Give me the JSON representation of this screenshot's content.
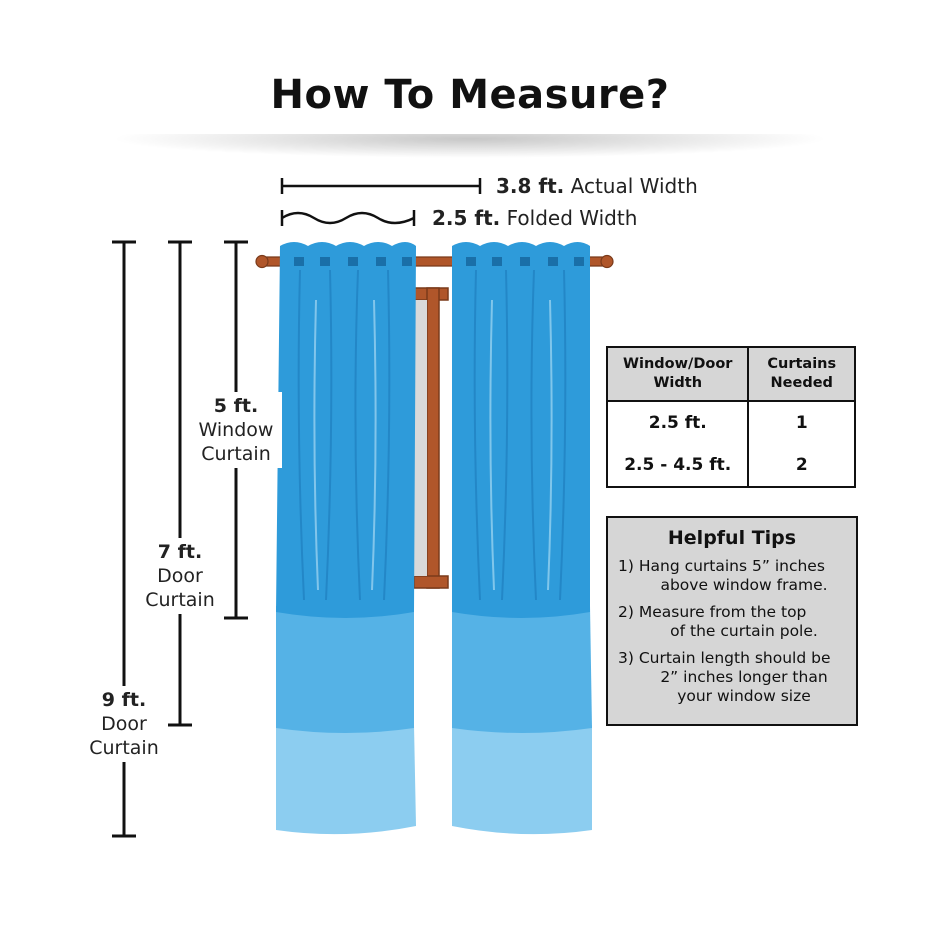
{
  "title": "How To Measure?",
  "widths": {
    "actual": {
      "value": "3.8 ft.",
      "label": "Actual Width"
    },
    "folded": {
      "value": "2.5 ft.",
      "label": "Folded Width"
    }
  },
  "dimensions": [
    {
      "value": "5 ft.",
      "line1": "Window",
      "line2": "Curtain"
    },
    {
      "value": "7 ft.",
      "line1": "Door",
      "line2": "Curtain"
    },
    {
      "value": "9 ft.",
      "line1": "Door",
      "line2": "Curtain"
    }
  ],
  "size_table": {
    "headers": [
      "Window/Door Width",
      "Curtains Needed"
    ],
    "rows": [
      {
        "width": "2.5 ft.",
        "count": "1"
      },
      {
        "width": "2.5 - 4.5 ft.",
        "count": "2"
      }
    ]
  },
  "tips": {
    "title": "Helpful Tips",
    "items": [
      {
        "line1": "1) Hang curtains 5” inches",
        "line2": "above window frame."
      },
      {
        "line1": "2) Measure from the top",
        "line2": "of the curtain pole."
      },
      {
        "line1": "3) Curtain length should be",
        "line2": "2” inches longer than",
        "line3": "your window size"
      }
    ]
  },
  "colors": {
    "curtain_dark": "#2E9BDA",
    "curtain_mid": "#55B2E6",
    "curtain_light": "#8CCDF0",
    "rod": "#B0562A",
    "table_header": "#D6D6D6"
  }
}
